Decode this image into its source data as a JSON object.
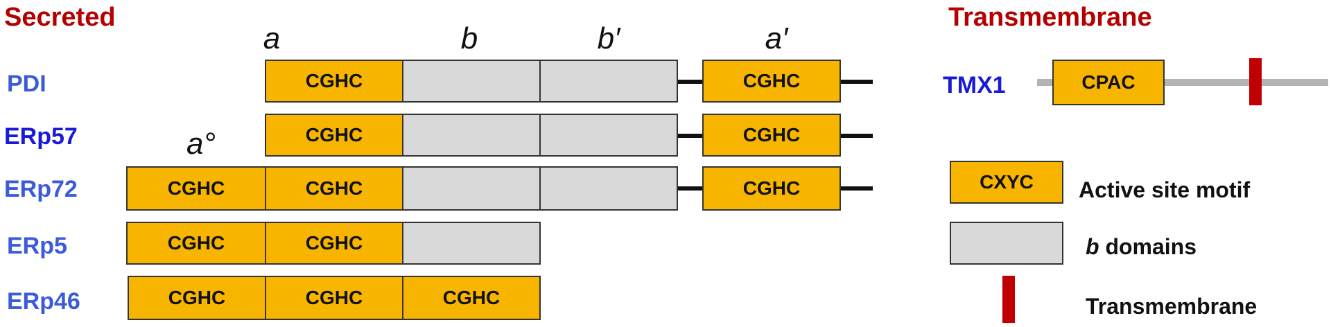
{
  "headers": {
    "secreted": "Secreted",
    "transmembrane": "Transmembrane"
  },
  "domain_letters": {
    "a0": "a°",
    "a": "a",
    "b": "b",
    "b_prime": "b′",
    "a_prime": "a′"
  },
  "proteins": [
    {
      "name": "PDI",
      "color": "#3b5bdb"
    },
    {
      "name": "ERp57",
      "color": "#1a1ad6"
    },
    {
      "name": "ERp72",
      "color": "#3b5bdb"
    },
    {
      "name": "ERp5",
      "color": "#3b5bdb"
    },
    {
      "name": "ERp46",
      "color": "#3b5bdb"
    }
  ],
  "motif_label": "CGHC",
  "tmx1": {
    "name": "TMX1",
    "color": "#1a1ad6",
    "motif_label": "CPAC"
  },
  "legend": {
    "active_box_label": "CXYC",
    "active_text": "Active site motif",
    "bdom_italic": "b",
    "bdom_text": " domains",
    "tm_text": "Transmembrane"
  },
  "colors": {
    "active_site": "#f7b500",
    "b_domain": "#d9d9d9",
    "transmembrane": "#c00000",
    "header": "#b30000"
  }
}
